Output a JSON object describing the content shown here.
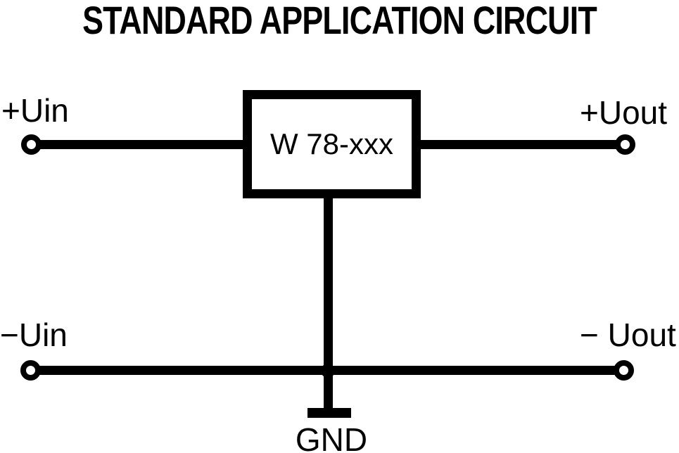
{
  "diagram": {
    "title": "STANDARD APPLICATION CIRCUIT",
    "component": {
      "label": "W 78-xxx"
    },
    "terminals": {
      "top_left": {
        "label": "+Uin"
      },
      "top_right": {
        "label": "+Uout"
      },
      "bottom_left": {
        "label": "−Uin"
      },
      "bottom_right": {
        "label": "− Uout"
      }
    },
    "ground_label": "GND",
    "colors": {
      "ink": "#000000",
      "background": "#ffffff"
    }
  }
}
